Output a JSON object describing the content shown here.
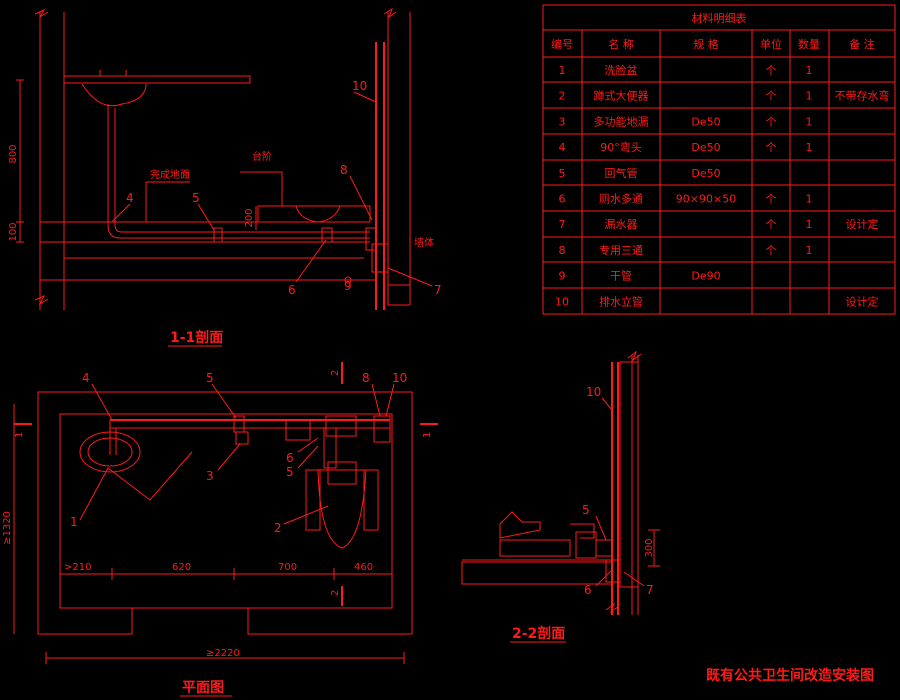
{
  "table": {
    "title": "材料明细表",
    "headers": [
      "编号",
      "名 称",
      "规 格",
      "单位",
      "数量",
      "备 注"
    ],
    "rows": [
      [
        "1",
        "洗脸盆",
        "",
        "个",
        "1",
        ""
      ],
      [
        "2",
        "蹲式大便器",
        "",
        "个",
        "1",
        "不带存水弯"
      ],
      [
        "3",
        "多功能地漏",
        "De50",
        "个",
        "1",
        ""
      ],
      [
        "4",
        "90°弯头",
        "De50",
        "个",
        "1",
        ""
      ],
      [
        "5",
        "回气管",
        "De50",
        "",
        "",
        ""
      ],
      [
        "6",
        "厕水多通",
        "90×90×50",
        "个",
        "1",
        ""
      ],
      [
        "7",
        "漏水器",
        "",
        "个",
        "1",
        "设计定"
      ],
      [
        "8",
        "专用三通",
        "",
        "个",
        "1",
        ""
      ],
      [
        "9",
        "干管",
        "De90",
        "",
        "",
        ""
      ],
      [
        "10",
        "排水立管",
        "",
        "",
        "",
        "设计定"
      ]
    ]
  },
  "section11": {
    "caption": "1-1剖面",
    "dim_800": "800",
    "dim_100": "100",
    "dim_200": "200",
    "note_floor": "完成地面",
    "note_step": "台阶",
    "note_wall": "墙体",
    "labels": [
      "10",
      "8",
      "4",
      "5",
      "6",
      "7",
      "9"
    ]
  },
  "plan": {
    "caption": "平面图",
    "dims": [
      ">210",
      "620",
      "700",
      "460"
    ],
    "dim_total": "≥2220",
    "dim_height": "≥1320",
    "cut_marks": [
      "1",
      "1",
      "2",
      "2"
    ],
    "labels": [
      "4",
      "5",
      "8",
      "10",
      "1",
      "3",
      "6",
      "5",
      "2"
    ]
  },
  "section22": {
    "caption": "2-2剖面",
    "dim_300": "300",
    "labels": [
      "10",
      "5",
      "6",
      "7"
    ]
  },
  "drawing_title": "既有公共卫生间改造安装图"
}
